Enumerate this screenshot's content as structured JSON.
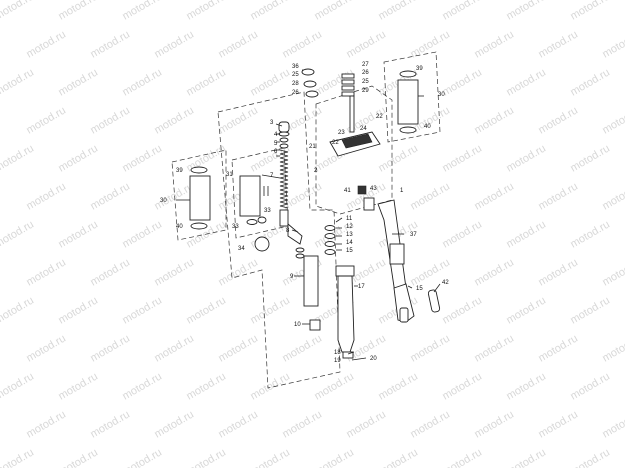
{
  "watermark": "motod.ru",
  "callouts": {
    "c1": "1",
    "c2": "2",
    "c3": "3",
    "c4": "4",
    "c5": "5",
    "c6": "6",
    "c7": "7",
    "c8": "8",
    "c9": "9",
    "c10": "10",
    "c11": "11",
    "c12": "12",
    "c13": "13",
    "c14": "14",
    "c15a": "15",
    "c15b": "15",
    "c17": "17",
    "c18": "18",
    "c19": "19",
    "c20": "20",
    "c21": "21",
    "c22a": "22",
    "c22b": "22",
    "c23": "23",
    "c24": "24",
    "c25a": "25",
    "c25b": "25",
    "c26a": "26",
    "c26b": "26",
    "c27": "27",
    "c28": "28",
    "c29": "29",
    "c30a": "30",
    "c30b": "30",
    "c31": "31",
    "c33a": "33",
    "c33b": "33",
    "c34": "34",
    "c36": "36",
    "c37": "37",
    "c39a": "39",
    "c39b": "39",
    "c40a": "40",
    "c40b": "40",
    "c41": "41",
    "c42": "42",
    "c43": "43"
  }
}
